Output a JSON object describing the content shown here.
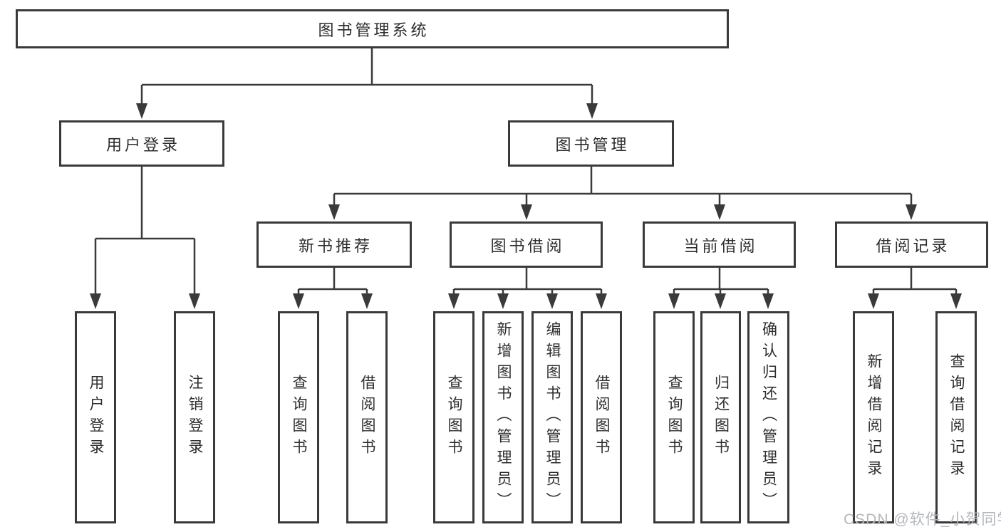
{
  "colors": {
    "line": "#3a3a3a",
    "box_border": "#3a3a3a",
    "text": "#2d2d2d",
    "background": "#ffffff",
    "watermark": "#b4b7bb"
  },
  "watermark": {
    "text": "CSDN @软件_小贺同学"
  },
  "tree": {
    "label": "图书管理系统",
    "children": [
      {
        "label": "用户登录",
        "children": [
          {
            "label": "用户登录"
          },
          {
            "label": "注销登录"
          }
        ]
      },
      {
        "label": "图书管理",
        "children": [
          {
            "label": "新书推荐",
            "children": [
              {
                "label": "查询图书"
              },
              {
                "label": "借阅图书"
              }
            ]
          },
          {
            "label": "图书借阅",
            "children": [
              {
                "label": "查询图书"
              },
              {
                "label": "新增图书（管理员）"
              },
              {
                "label": "编辑图书（管理员）"
              },
              {
                "label": "借阅图书"
              }
            ]
          },
          {
            "label": "当前借阅",
            "children": [
              {
                "label": "查询图书"
              },
              {
                "label": "归还图书"
              },
              {
                "label": "确认归还（管理员）"
              }
            ]
          },
          {
            "label": "借阅记录",
            "children": [
              {
                "label": "新增借阅记录"
              },
              {
                "label": "查询借阅记录"
              }
            ]
          }
        ]
      }
    ]
  }
}
